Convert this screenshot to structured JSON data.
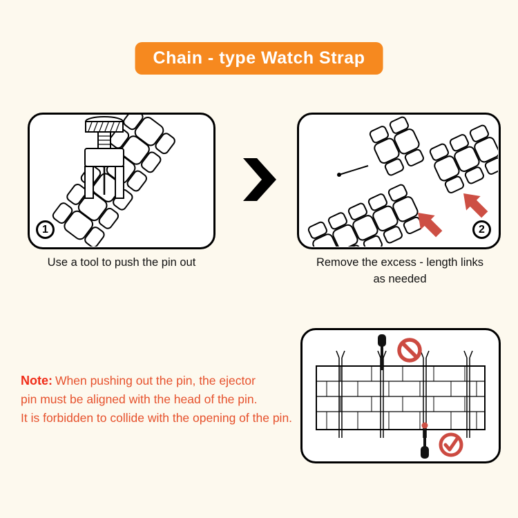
{
  "page": {
    "title": "Chain - type Watch Strap"
  },
  "steps": [
    {
      "number": "1",
      "caption": "Use a tool to push the pin out",
      "illustration": "pin-pusher-tool-on-strap"
    },
    {
      "number": "2",
      "caption": "Remove the excess - length links as needed",
      "illustration": "separated-links-with-red-arrows"
    }
  ],
  "note": {
    "label": "Note:",
    "line1": "When pushing out the pin, the ejector",
    "line2": "pin must be aligned with the head of the pin.",
    "line3": "It is forbidden to collide with the opening of the pin."
  },
  "detail_panel": {
    "illustration": "pin-alignment-cross-section",
    "wrong_marker": "red-no-symbol",
    "correct_marker": "red-check-circle"
  },
  "icons": {
    "next_arrow": "black-chevron-right",
    "red_arrow": "red-direction-arrow",
    "prohibition": "red-no-symbol",
    "check": "red-check-circle"
  },
  "colors": {
    "background": "#fdf9ee",
    "banner": "#f6891f",
    "banner_text": "#ffffff",
    "panel_border": "#000000",
    "note_label": "#f02c18",
    "note_text": "#e6512c",
    "red_accent": "#cd4f44"
  }
}
